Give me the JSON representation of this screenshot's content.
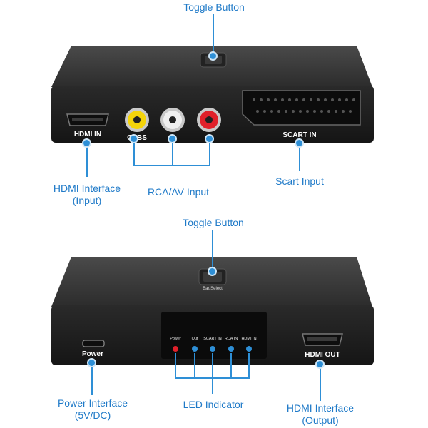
{
  "callouts": {
    "top_toggle": "Toggle Button",
    "hdmi_in": [
      "HDMI Interface",
      "(Input)"
    ],
    "rca_av": "RCA/AV Input",
    "scart_in": "Scart  Input",
    "bottom_toggle": "Toggle Button",
    "power": [
      "Power Interface",
      "(5V/DC)"
    ],
    "led": "LED Indicator",
    "hdmi_out": [
      "HDMI Interface",
      "(Output)"
    ]
  },
  "top_device": {
    "port_labels": {
      "hdmi_in": "HDMI IN",
      "cvbs": "CVBS",
      "scart_in": "SCART IN"
    },
    "rca_colors": [
      "#f4d40a",
      "#f0f0f0",
      "#e0202a"
    ]
  },
  "bottom_device": {
    "button_text": "Bar/Select",
    "port_labels": {
      "power": "Power",
      "hdmi_out": "HDMI OUT"
    },
    "led_labels": [
      "Power",
      "Out",
      "SCART IN",
      "RCA IN",
      "HDMI IN"
    ]
  }
}
